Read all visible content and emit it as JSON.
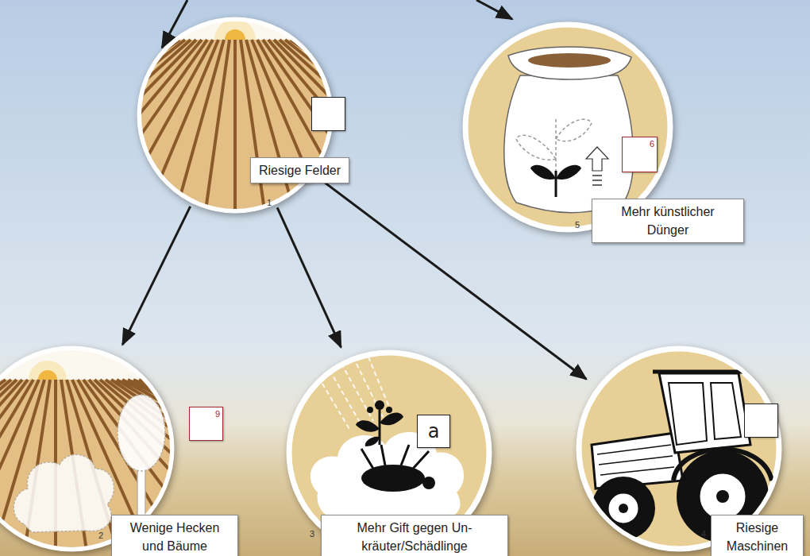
{
  "diagram": {
    "nodes": [
      {
        "text": [
          "Riesige Felder",
          "1"
        ]
      },
      {
        "text": [
          "Mehr künstlicher Dünger",
          "5",
          "6"
        ]
      },
      {
        "text": [
          "Wenige Hecken und Bäume",
          "2",
          "9"
        ]
      },
      {
        "text": [
          "Mehr Gift gegen Un- kräuter/Schädlinge",
          "3",
          "a"
        ]
      },
      {
        "text": [
          "Riesige Maschinen",
          "4"
        ]
      }
    ],
    "edges": [
      {
        "from": 0,
        "to": 2,
        "arrow": "to"
      },
      {
        "from": 0,
        "to": 3,
        "arrow": "to"
      },
      {
        "from": 0,
        "to": 4,
        "arrow": "to"
      }
    ]
  }
}
